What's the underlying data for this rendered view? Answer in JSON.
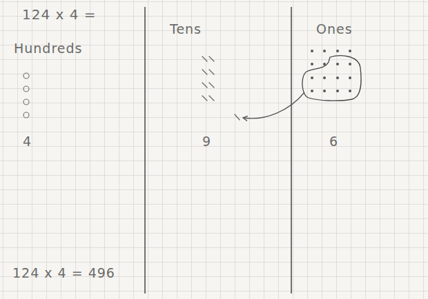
{
  "diagram": {
    "labels": [
      "124 x 4 =",
      "Hundreds",
      "Tens",
      "Ones",
      "4",
      "9",
      "6",
      "124 x 4 = 496"
    ]
  }
}
